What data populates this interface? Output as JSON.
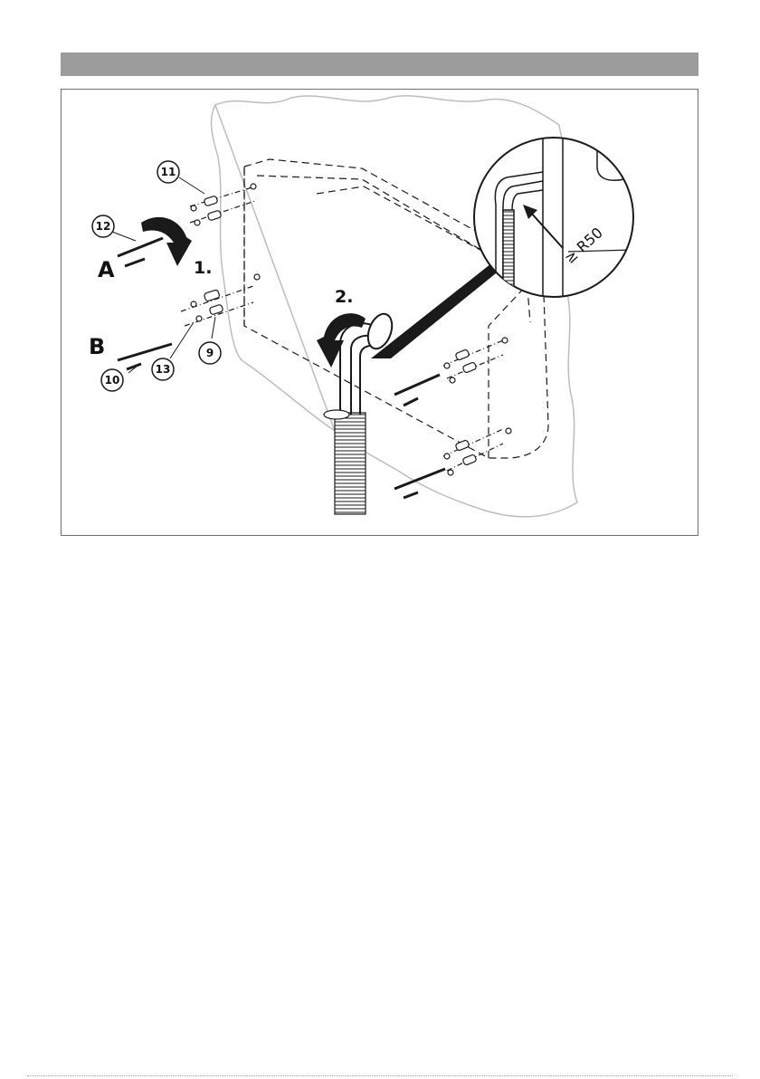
{
  "labels": {
    "side_a": "A",
    "side_b": "B",
    "step_1": "1.",
    "step_2": "2.",
    "radius": "≥ R50",
    "part_9": "9",
    "part_10": "10",
    "part_11": "11",
    "part_12": "12",
    "part_13": "13"
  },
  "colors": {
    "header_bar": "#9c9c9c",
    "line": "#1a1a1a",
    "wall_outline": "#bdbdbd"
  }
}
